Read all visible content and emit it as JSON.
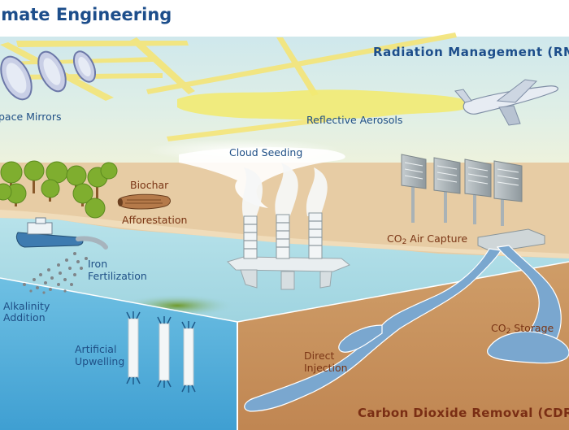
{
  "title": "imate Engineering",
  "radiation_management": "Radiation Management (RM",
  "carbon_dioxide_removal": "Carbon Dioxide Removal (CDR",
  "labels": {
    "space_mirrors": "pace Mirrors",
    "reflective_aerosols": "Reflective Aerosols",
    "cloud_seeding": "Cloud Seeding",
    "biochar": "Biochar",
    "afforestation": "Afforestation",
    "co2_air_capture_pre": "CO",
    "co2_air_capture_sub": "2",
    "co2_air_capture_post": " Air Capture",
    "iron_line1": "Iron",
    "iron_line2": "Fertilization",
    "alkalinity_line1": "Alkalinity",
    "alkalinity_line2": "Addition",
    "upwelling_line1": "Artificial",
    "upwelling_line2": "Upwelling",
    "co2_storage_pre": "CO",
    "co2_storage_sub": "2",
    "co2_storage_post": " Storage",
    "direct_line1": "Direct",
    "direct_line2": "Injection"
  },
  "colors": {
    "title_blue": "#1d4e8b",
    "cdr_brown": "#7a2e14",
    "ocean": "#a9dbe6",
    "land": "#e6c9a1",
    "underground": "#c9935d",
    "sky": "#d7ecee",
    "aerosol": "#f1ea7a"
  },
  "icons": [
    "space-mirror-icon",
    "airplane-icon",
    "tree-icon",
    "biochar-log-icon",
    "ship-icon",
    "smokestack-platform-icon",
    "air-capture-panel-icon",
    "upwelling-pipe-icon"
  ]
}
